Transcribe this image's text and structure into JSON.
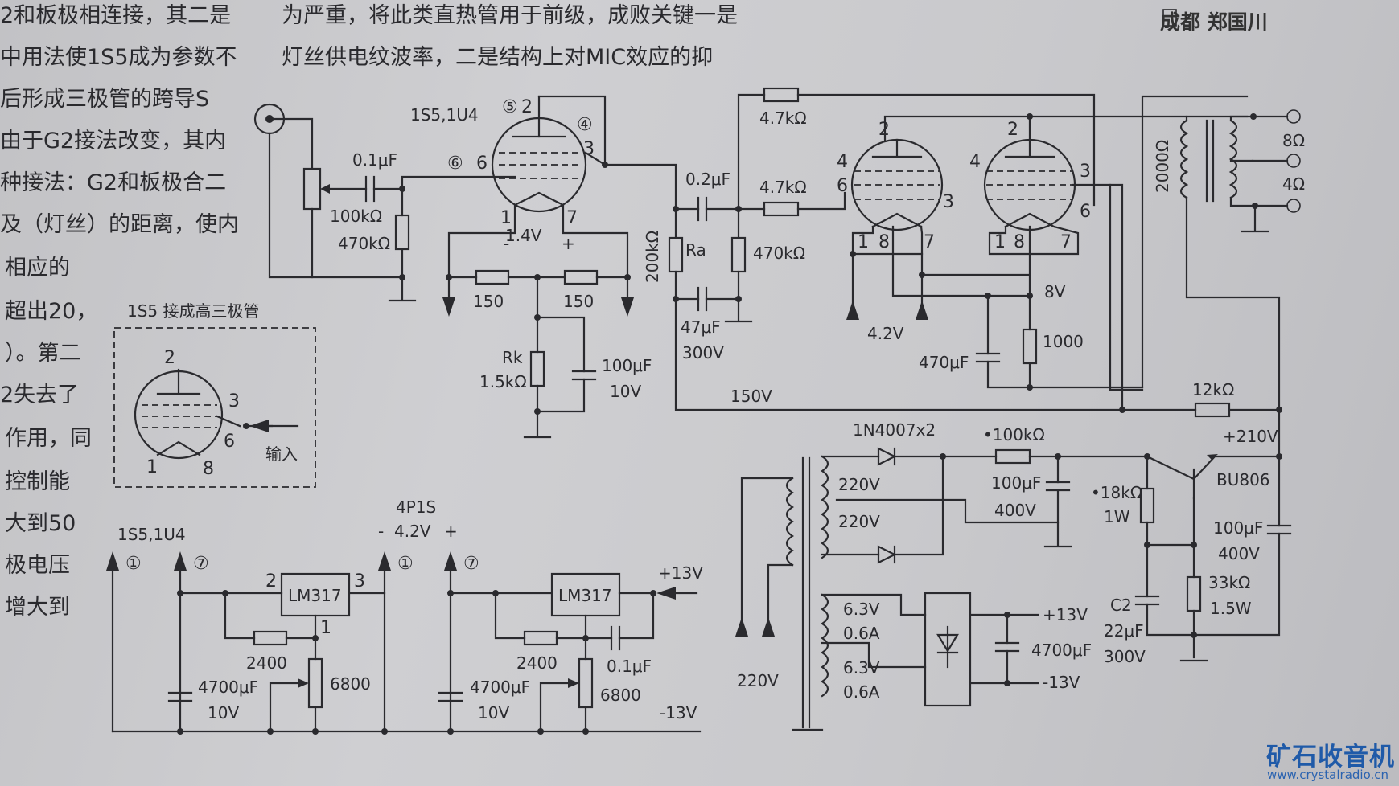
{
  "article": {
    "left_column": [
      "2和板极相连接，其二是",
      "中用法使1S5成为参数不",
      "后形成三极管的跨导S",
      "由于G2接法改变，其内",
      "种接法：G2和板极合二",
      "及（灯丝）的距离，使内",
      "相应的",
      "超出20，",
      "）。第二",
      "2失去了",
      "作用，同",
      "控制能",
      "大到50",
      "极电压",
      "增大到"
    ],
    "top_text": [
      "为严重，将此类直热管用于前级，成败关键一是",
      "灯丝供电纹波率，二是结构上对MIC效应的抑"
    ],
    "byline": "成都 郑国川"
  },
  "schematic": {
    "tube1": "1S5,1U4",
    "pins1": {
      "p2": "2",
      "p3": "3",
      "p6": "6",
      "p1": "1",
      "p7": "7",
      "c5": "⑤",
      "c4": "④",
      "c6": "⑥"
    },
    "fil_v": "1.4V",
    "minus": "-",
    "plus": "+",
    "c_in": "0.1μF",
    "pot_in": "100kΩ",
    "r_grid": "470kΩ",
    "r150a": "150",
    "r150b": "150",
    "rk": "Rk",
    "rk_val": "1.5kΩ",
    "c_k": "100μF",
    "c_k_v": "10V",
    "c_cpl": "0.2μF",
    "r_g2a": "4.7kΩ",
    "r_g2b": "4.7kΩ",
    "ra": "Ra",
    "ra_val": "200kΩ",
    "r_g470": "470kΩ",
    "c_dec": "47μF",
    "c_dec_v": "300V",
    "b_plus1": "150V",
    "out_pins": {
      "p2a": "2",
      "p2b": "2",
      "p4a": "4",
      "p4b": "4",
      "p6a": "6",
      "p3a": "3",
      "p3b": "3",
      "p6b": "6",
      "p1a": "1",
      "p8a": "8",
      "p7a": "7",
      "p1b": "1",
      "p8b": "8",
      "p7b": "7"
    },
    "fil2_v": "4.2V",
    "v8": "8V",
    "c_470": "470μF",
    "r1000": "1000",
    "otx_pri": "2000Ω",
    "spk8": "8Ω",
    "spk4": "4Ω",
    "r12k": "12kΩ",
    "v210": "+210V",
    "diodes": "1N4007x2",
    "r100k": "•100kΩ",
    "c100a": "100μF",
    "c100a_v": "400V",
    "r18k": "•18kΩ",
    "r18k_w": "1W",
    "bu806": "BU806",
    "c100b": "100μF",
    "c100b_v": "400V",
    "r33k": "33kΩ",
    "r33k_w": "1.5W",
    "c2": "C2",
    "c2_val": "22μF",
    "c2_v": "300V",
    "sec220a": "220V",
    "sec220b": "220V",
    "main220": "220V",
    "s63a": "6.3V",
    "s06a": "0.6A",
    "s63b": "6.3V",
    "s06b": "0.6A",
    "p13v": "+13V",
    "m13v": "-13V",
    "c4700": "4700μF",
    "reg1_label": "1S5,1U4",
    "reg1_pins": [
      "①",
      "⑦"
    ],
    "reg2_tube": "4P1S",
    "reg2_v": "4.2V",
    "reg2_pins": [
      "①",
      "⑦"
    ],
    "lm317a": "LM317",
    "lm317b": "LM317",
    "lm_pin2": "2",
    "lm_pin3": "3",
    "lm_pin1": "1",
    "r2400a": "2400",
    "r2400b": "2400",
    "r6800a": "6800",
    "r6800b": "6800",
    "c4700a": "4700μF",
    "c4700a_v": "10V",
    "c4700b": "4700μF",
    "c4700b_v": "10V",
    "c01b": "0.1μF",
    "reg_p13": "+13V",
    "reg_m13": "-13V",
    "inset_title": "1S5 接成高三极管",
    "inset_pins": {
      "p2": "2",
      "p3": "3",
      "p6": "6",
      "p1": "1",
      "p8": "8"
    },
    "inset_input": "输入"
  },
  "watermark": {
    "name": "矿石收音机",
    "url": "www.crystalradio.cn"
  }
}
